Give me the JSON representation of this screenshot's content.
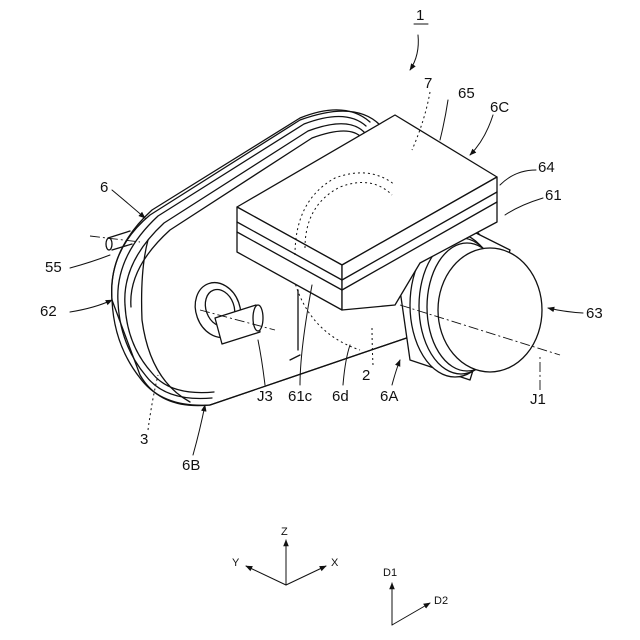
{
  "labels": {
    "fig": "1",
    "l7": "7",
    "l65": "65",
    "l6C": "6C",
    "l64": "64",
    "l61": "61",
    "l6": "6",
    "l55": "55",
    "l62": "62",
    "l63": "63",
    "l3": "3",
    "l6B": "6B",
    "lJ3": "J3",
    "l61c": "61c",
    "l6d": "6d",
    "l2": "2",
    "l6A": "6A",
    "lJ1": "J1"
  },
  "axes": {
    "z": "Z",
    "y": "Y",
    "x": "X",
    "d1": "D1",
    "d2": "D2"
  }
}
